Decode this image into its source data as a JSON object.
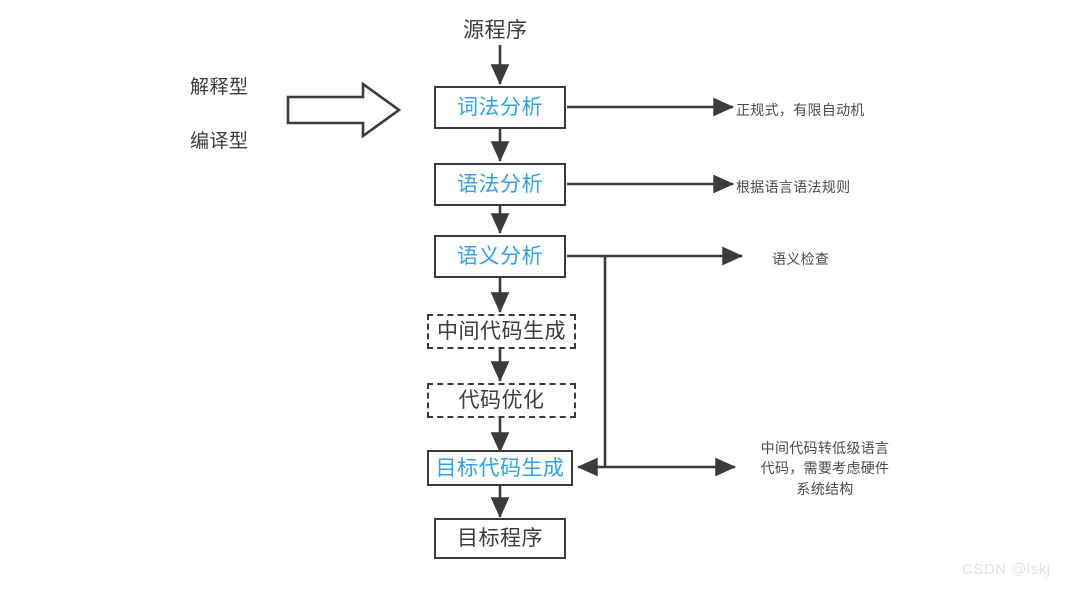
{
  "diagram": {
    "title_node": {
      "label": "源程序"
    },
    "left_labels": [
      {
        "name": "interpreted",
        "label": "解释型"
      },
      {
        "name": "compiled",
        "label": "编译型"
      }
    ],
    "block_arrow": {
      "name": "block-arrow-right"
    },
    "nodes": [
      {
        "id": "lexical",
        "label": "词法分析",
        "style": "solid",
        "color": "blue"
      },
      {
        "id": "syntax",
        "label": "语法分析",
        "style": "solid",
        "color": "blue"
      },
      {
        "id": "semantic",
        "label": "语义分析",
        "style": "solid",
        "color": "blue"
      },
      {
        "id": "intermediate",
        "label": "中间代码生成",
        "style": "dashed",
        "color": "dark"
      },
      {
        "id": "optimize",
        "label": "代码优化",
        "style": "dashed",
        "color": "dark"
      },
      {
        "id": "target-gen",
        "label": "目标代码生成",
        "style": "solid",
        "color": "blue"
      },
      {
        "id": "target-prog",
        "label": "目标程序",
        "style": "solid",
        "color": "dark"
      }
    ],
    "annotations": [
      {
        "id": "anno-lexical",
        "text": "正规式，有限自动机"
      },
      {
        "id": "anno-syntax",
        "text": "根据语言语法规则"
      },
      {
        "id": "anno-semantic",
        "text": "语义检查"
      }
    ],
    "annotation_multiline": {
      "id": "anno-target",
      "line1": "中间代码转低级语言",
      "line2": "代码，需要考虑硬件",
      "line3": "系统结构"
    },
    "colors": {
      "accent_blue": "#2fa0f0",
      "stroke_dark": "#3b3b3b",
      "text_dark": "#4a4a4a",
      "watermark": "#e3e3e3",
      "background": "#ffffff"
    }
  },
  "watermark": {
    "text": "CSDN @lskj"
  }
}
